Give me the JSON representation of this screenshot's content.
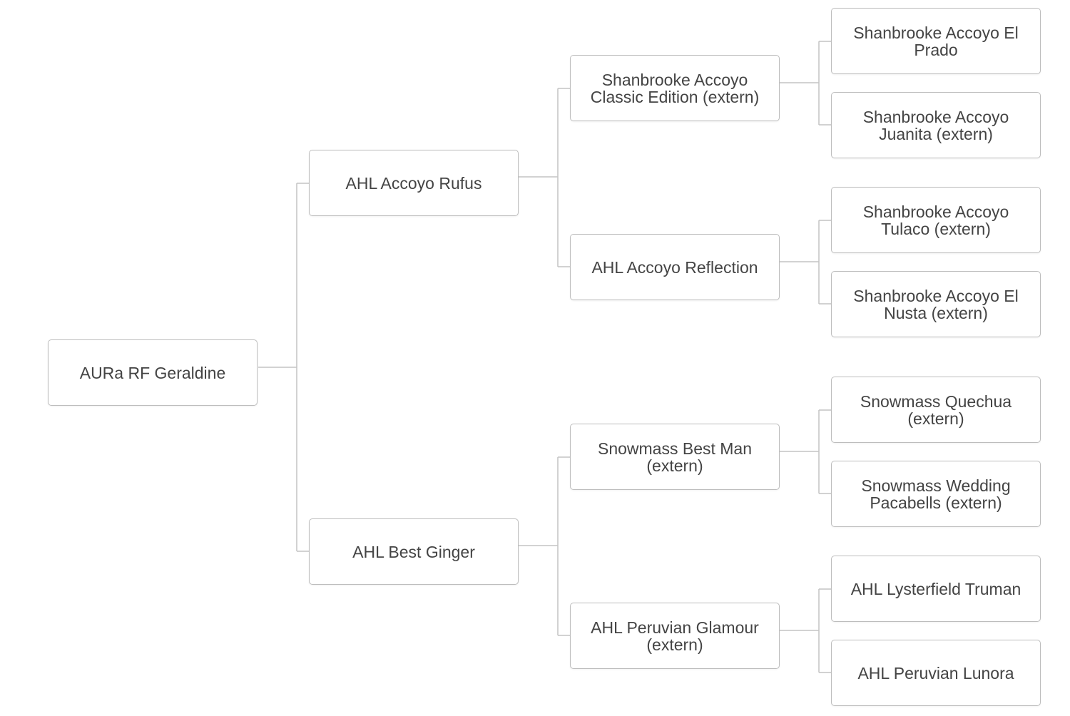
{
  "pedigree": {
    "subject": "AURa RF Geraldine",
    "sire": "AHL Accoyo Rufus",
    "dam": "AHL Best Ginger",
    "sire_sire": "Shanbrooke Accoyo Classic Edition (extern)",
    "sire_dam": "AHL Accoyo Reflection",
    "dam_sire": "Snowmass Best Man (extern)",
    "dam_dam": "AHL Peruvian Glamour (extern)",
    "sire_sire_sire": "Shanbrooke Accoyo El Prado",
    "sire_sire_dam": "Shanbrooke Accoyo Juanita (extern)",
    "sire_dam_sire": "Shanbrooke Accoyo Tulaco (extern)",
    "sire_dam_dam": "Shanbrooke Accoyo El Nusta (extern)",
    "dam_sire_sire": "Snowmass Quechua (extern)",
    "dam_sire_dam": "Snowmass Wedding Pacabells (extern)",
    "dam_dam_sire": "AHL Lysterfield Truman",
    "dam_dam_dam": "AHL Peruvian Lunora"
  },
  "colors": {
    "border": "#bdbdbd",
    "connector": "#c4c4c4",
    "text": "#444444"
  }
}
